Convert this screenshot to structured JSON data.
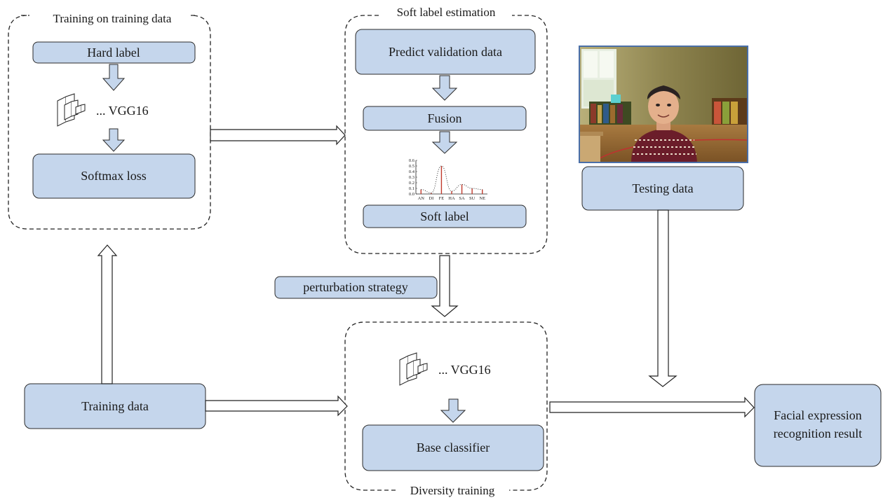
{
  "groups": {
    "training": "Training on training data",
    "soft": "Soft label estimation",
    "diversity": "Diversity training"
  },
  "boxes": {
    "hard_label": "Hard label",
    "softmax_loss": "Softmax loss",
    "predict_validation": "Predict validation data",
    "fusion": "Fusion",
    "soft_label": "Soft label",
    "testing_data": "Testing data",
    "training_data": "Training data",
    "perturbation": "perturbation strategy",
    "base_classifier": "Base classifier",
    "result_line1": "Facial expression",
    "result_line2": "recognition result"
  },
  "network_labels": {
    "top": "... VGG16",
    "bottom": "... VGG16"
  },
  "icons": {
    "network": "neural-network-icon",
    "photo": "child-photo"
  },
  "colors": {
    "box_fill": "#c5d6ec",
    "box_stroke": "#2b2b2b",
    "arrow_fill": "#c5d6ec",
    "chart_bar": "#c0392b"
  },
  "chart_data": {
    "type": "bar",
    "categories": [
      "AN",
      "DI",
      "FE",
      "HA",
      "SA",
      "SU",
      "NE"
    ],
    "values": [
      0.08,
      0.02,
      0.5,
      0.05,
      0.17,
      0.1,
      0.08
    ],
    "ylim": [
      0,
      0.6
    ],
    "yticks": [
      "0.6",
      "0.5",
      "0.4",
      "0.3",
      "0.2",
      "0.1",
      "0.0"
    ],
    "dotted_curve": true
  }
}
